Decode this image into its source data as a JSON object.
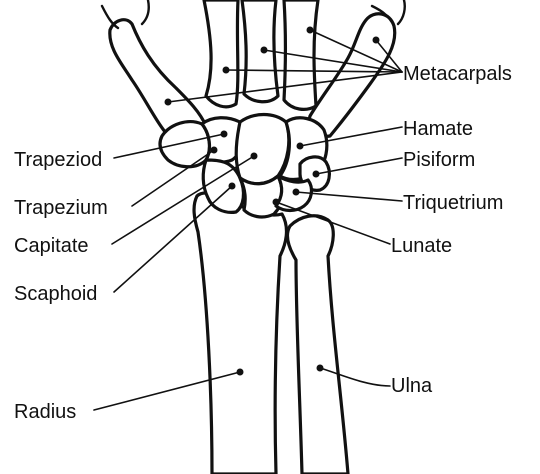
{
  "labels": {
    "metacarpals": "Metacarpals",
    "hamate": "Hamate",
    "pisiform": "Pisiform",
    "triquetrium": "Triquetrium",
    "lunate": "Lunate",
    "ulna": "Ulna",
    "trapeziod": "Trapeziod",
    "trapezium": "Trapezium",
    "capitate": "Capitate",
    "scaphoid": "Scaphoid",
    "radius": "Radius"
  },
  "colors": {
    "ink": "#111111",
    "background": "#ffffff"
  }
}
